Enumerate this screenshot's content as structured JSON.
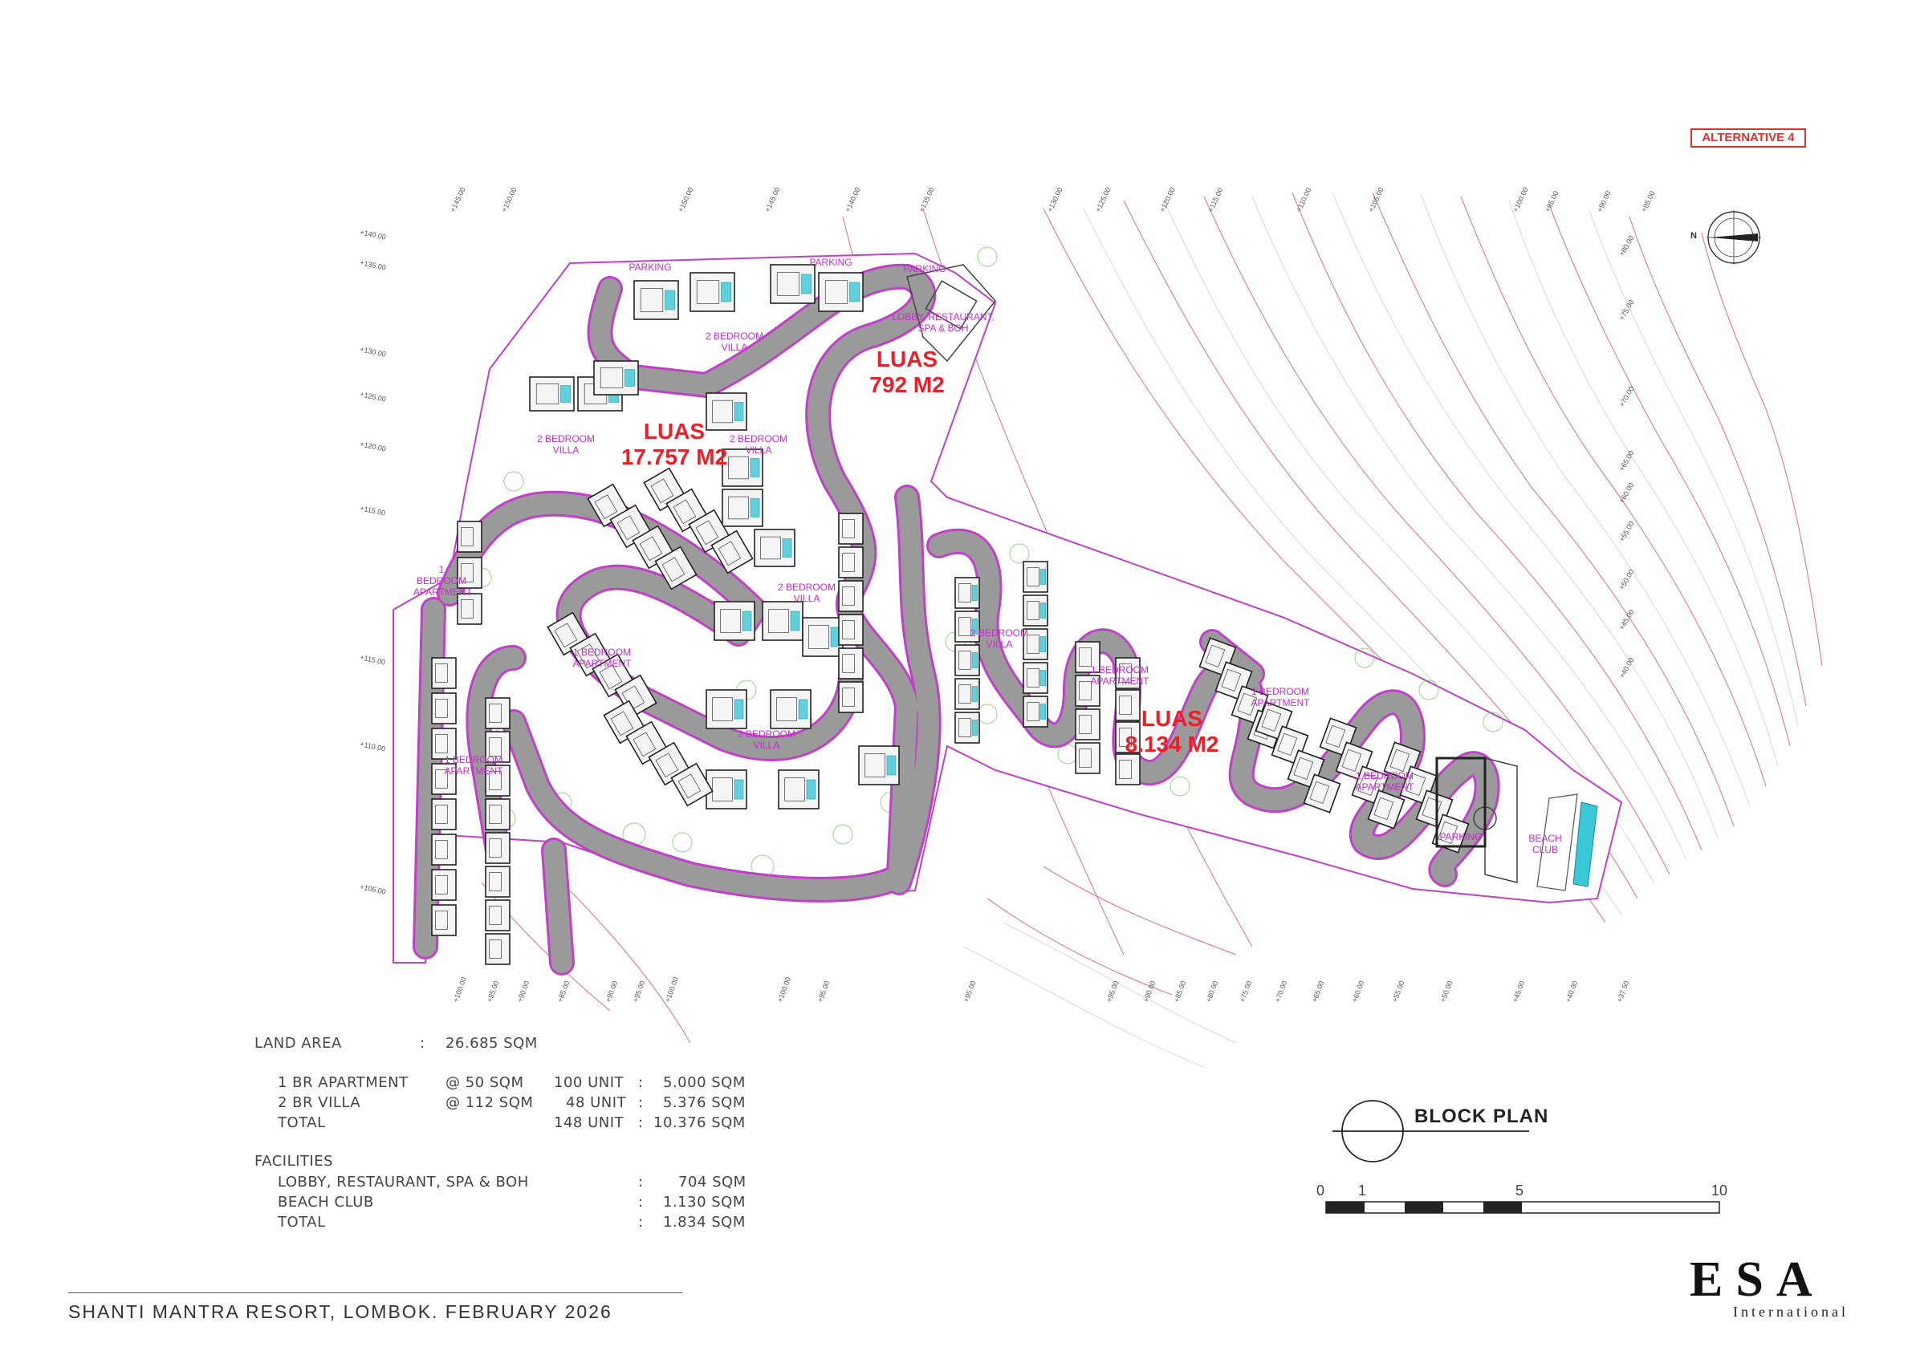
{
  "alternative": "ALTERNATIVE 4",
  "luas_areas": [
    {
      "label": "LUAS",
      "value": "17.757 M2"
    },
    {
      "label": "LUAS",
      "value": "792 M2"
    },
    {
      "label": "LUAS",
      "value": "8.134 M2"
    }
  ],
  "zone_labels": {
    "parking_1": "PARKING",
    "parking_2": "PARKING",
    "parking_3": "PARKING",
    "parking_4": "PARKING",
    "lobby": "LOBBY, RESTAURANT, SPA & BOH",
    "villa_1": "2 BEDROOM VILLA",
    "villa_2": "2 BEDROOM VILLA",
    "villa_3": "2 BEDROOM VILLA",
    "villa_4": "2 BEDROOM VILLA",
    "villa_5": "2 BEDROOM VILLA",
    "villa_6": "2 BEDROOM VILLA",
    "apt_1": "1 BEDROOM APARTMENT",
    "apt_2": "1 BEDROOM APARTMENT",
    "apt_3": "1 BEDROOM APARTMENT",
    "apt_4": "1 BEDROOM APARTMENT",
    "apt_5": "1 BEDROOM APARTMENT",
    "apt_6": "1 BEDROOM APARTMENT",
    "beach_club": "BEACH CLUB"
  },
  "elevations_top": [
    "+145.00",
    "+150.00",
    "+150.00",
    "+145.00",
    "+140.00",
    "+135.00",
    "+130.00",
    "+125.00",
    "+120.00",
    "+115.00",
    "+110.00",
    "+105.00",
    "+100.00",
    "+95.00",
    "+90.00",
    "+85.00"
  ],
  "elevations_left": [
    "+140.00",
    "+135.00",
    "+130.00",
    "+125.00",
    "+120.00",
    "+115.00",
    "+115.00",
    "+110.00",
    "+105.00"
  ],
  "elevations_right": [
    "+80.00",
    "+75.00",
    "+70.00",
    "+65.00",
    "+60.00",
    "+55.00",
    "+50.00",
    "+45.00",
    "+40.00"
  ],
  "elevations_bottom": [
    "+100.00",
    "+95.00",
    "+90.00",
    "+85.00",
    "+90.00",
    "+95.00",
    "+100.00",
    "+100.00",
    "+95.00",
    "+95.00",
    "+95.00",
    "+90.00",
    "+85.00",
    "+80.00",
    "+75.00",
    "+70.00",
    "+65.00",
    "+60.00",
    "+55.00",
    "+50.00",
    "+45.00",
    "+40.00",
    "+37.50"
  ],
  "specs": {
    "land_area_label": "LAND AREA",
    "land_area_sep": ":",
    "land_area_value": "26.685 SQM",
    "rows": [
      {
        "name": "1 BR APARTMENT",
        "rate": "@ 50 SQM",
        "units": "100 UNIT",
        "sep": ":",
        "area": "5.000 SQM"
      },
      {
        "name": "2 BR VILLA",
        "rate": "@ 112 SQM",
        "units": "48 UNIT",
        "sep": ":",
        "area": "5.376 SQM"
      },
      {
        "name": "TOTAL",
        "rate": "",
        "units": "148 UNIT",
        "sep": ":",
        "area": "10.376 SQM"
      }
    ],
    "facilities_label": "FACILITIES",
    "facilities": [
      {
        "name": "LOBBY, RESTAURANT, SPA & BOH",
        "sep": ":",
        "area": "704 SQM"
      },
      {
        "name": "BEACH CLUB",
        "sep": ":",
        "area": "1.130 SQM"
      },
      {
        "name": "TOTAL",
        "sep": ":",
        "area": "1.834 SQM"
      }
    ]
  },
  "block_plan": "BLOCK PLAN",
  "scale_labels": [
    "0",
    "1",
    "5",
    "10"
  ],
  "title": "SHANTI MANTRA RESORT, LOMBOK. FEBRUARY 2026",
  "logo": {
    "main": "ESA",
    "sub": "International"
  },
  "north": "N",
  "colors": {
    "road": "#9a9a9a",
    "road_edge": "#c040c8",
    "contour": "#d05a7a",
    "label": "#c230c8",
    "luas": "#e8202a"
  }
}
